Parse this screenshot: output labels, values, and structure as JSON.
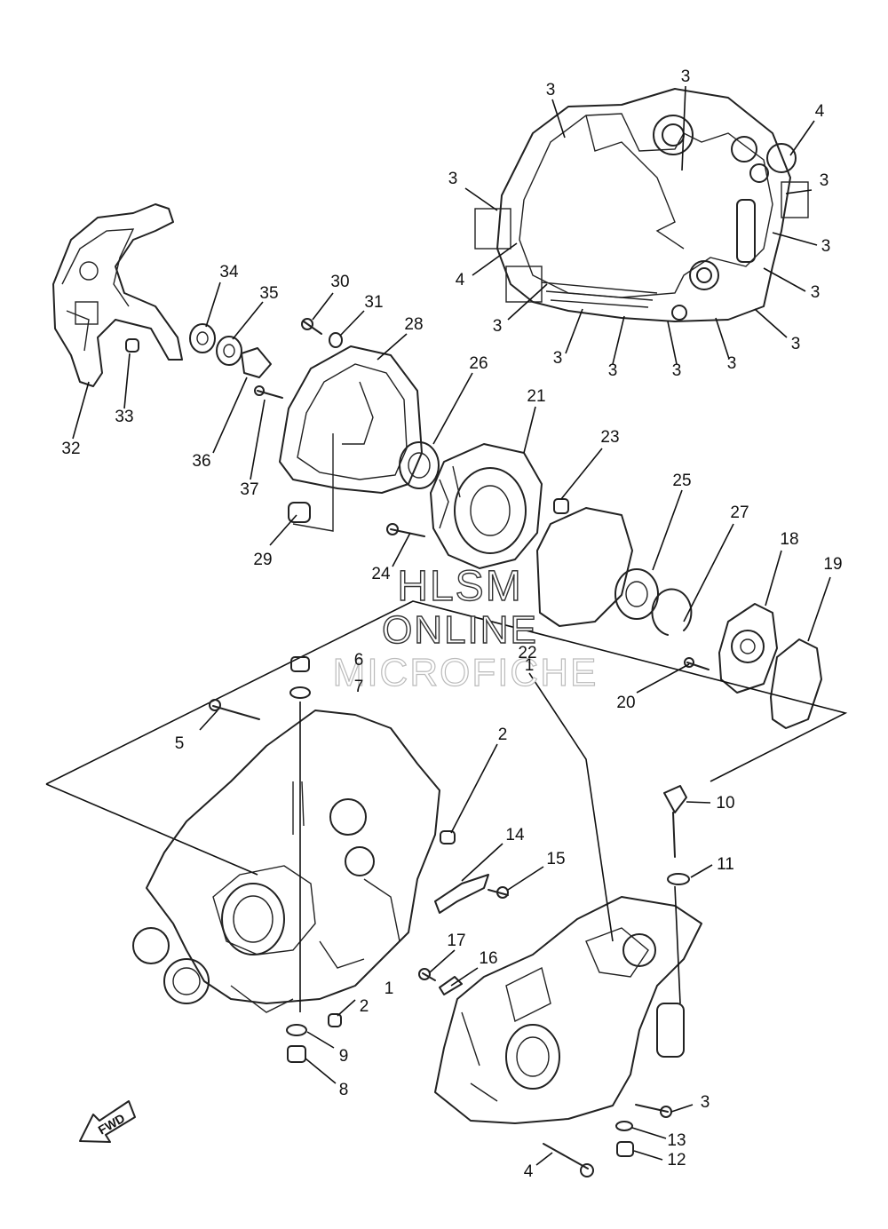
{
  "watermark": {
    "line1": "HLSM",
    "line2": "ONLINE",
    "line3": "MICROFICHE"
  },
  "fwd_label": "FWD",
  "callouts": {
    "c3a": "3",
    "c3b": "3",
    "c4a": "4",
    "c3c": "3",
    "c3d": "3",
    "c3e": "3",
    "c4b": "4",
    "c3f": "3",
    "c3g": "3",
    "c3h": "3",
    "c3i": "3",
    "c3j": "3",
    "c3k": "3",
    "c3l": "3",
    "c34": "34",
    "c35": "35",
    "c30": "30",
    "c31": "31",
    "c28": "28",
    "c33": "33",
    "c32": "32",
    "c36": "36",
    "c37": "37",
    "c29": "29",
    "c26": "26",
    "c21": "21",
    "c23": "23",
    "c25": "25",
    "c27": "27",
    "c18": "18",
    "c19": "19",
    "c24": "24",
    "c22": "22",
    "c20": "20",
    "c6": "6",
    "c7": "7",
    "c5": "5",
    "c1a": "1",
    "c2a": "2",
    "c10": "10",
    "c11": "11",
    "c14": "14",
    "c15": "15",
    "c17": "17",
    "c16": "16",
    "c1b": "1",
    "c2b": "2",
    "c9": "9",
    "c8": "8",
    "c3m": "3",
    "c13": "13",
    "c4c": "4",
    "c12": "12"
  }
}
